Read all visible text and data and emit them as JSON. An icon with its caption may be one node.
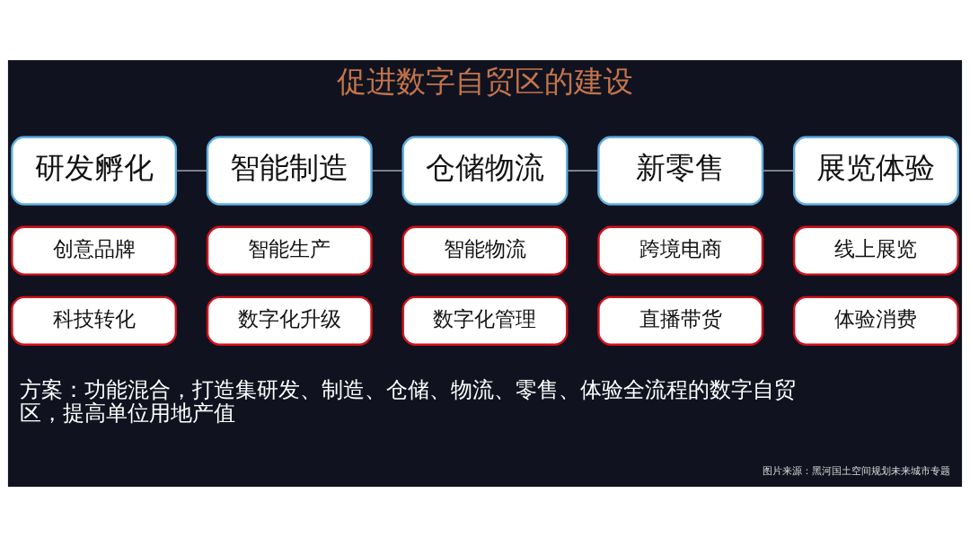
{
  "diagram": {
    "title": "促进数字自贸区的建设",
    "nodes": [
      {
        "text": [
          "研发孵化"
        ]
      },
      {
        "text": [
          "智能制造"
        ]
      },
      {
        "text": [
          "仓储物流"
        ]
      },
      {
        "text": [
          "新零售"
        ]
      },
      {
        "text": [
          "展览体验"
        ]
      },
      {
        "text": [
          "创意品牌"
        ]
      },
      {
        "text": [
          "智能生产"
        ]
      },
      {
        "text": [
          "智能物流"
        ]
      },
      {
        "text": [
          "跨境电商"
        ]
      },
      {
        "text": [
          "线上展览"
        ]
      },
      {
        "text": [
          "科技转化"
        ]
      },
      {
        "text": [
          "数字化升级"
        ]
      },
      {
        "text": [
          "数字化管理"
        ]
      },
      {
        "text": [
          "直播带货"
        ]
      },
      {
        "text": [
          "体验消费"
        ]
      }
    ],
    "edges": [
      {
        "from": 0,
        "to": 1,
        "arrow": "none"
      },
      {
        "from": 1,
        "to": 2,
        "arrow": "none"
      },
      {
        "from": 2,
        "to": 3,
        "arrow": "none"
      },
      {
        "from": 3,
        "to": 4,
        "arrow": "none"
      }
    ],
    "labels": [
      "方案：功能混合，打造集研发、制造、仓储、物流、零售、体验全流程的数字自贸区，提高单位用地产值",
      "图片来源：黑河国土空间规划未来城市专题"
    ]
  }
}
